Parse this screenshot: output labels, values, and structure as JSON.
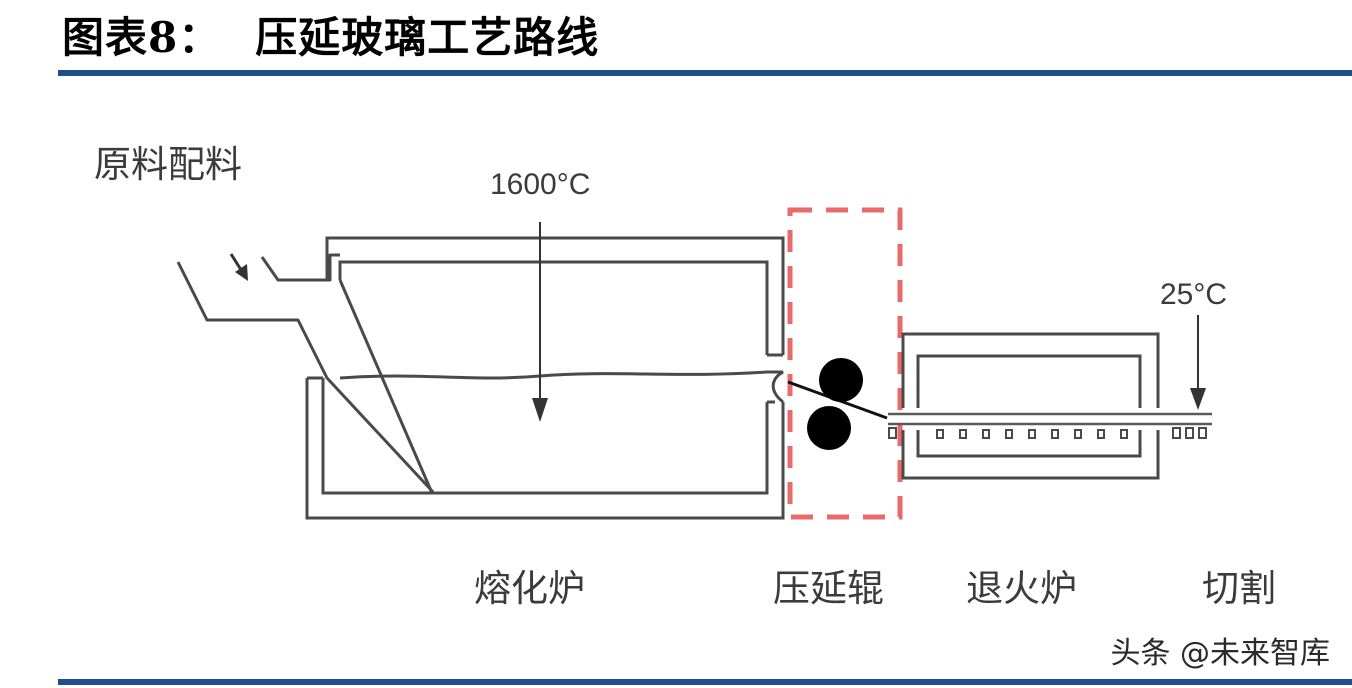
{
  "header": {
    "figure_label": "图表8：",
    "title": "压延玻璃工艺路线",
    "accent_color": "#1f4e8c"
  },
  "labels": {
    "raw_material": "原料配料",
    "melt_temp": "1600°C",
    "end_temp": "25°C",
    "melting_furnace": "熔化炉",
    "calender_roll": "压延辊",
    "annealing_furnace": "退火炉",
    "cutting": "切割"
  },
  "watermark": "头条 @未来智库",
  "colors": {
    "outline": "#4a4a4a",
    "dashed_frame": "#e86a6a",
    "roller": "#000000"
  }
}
